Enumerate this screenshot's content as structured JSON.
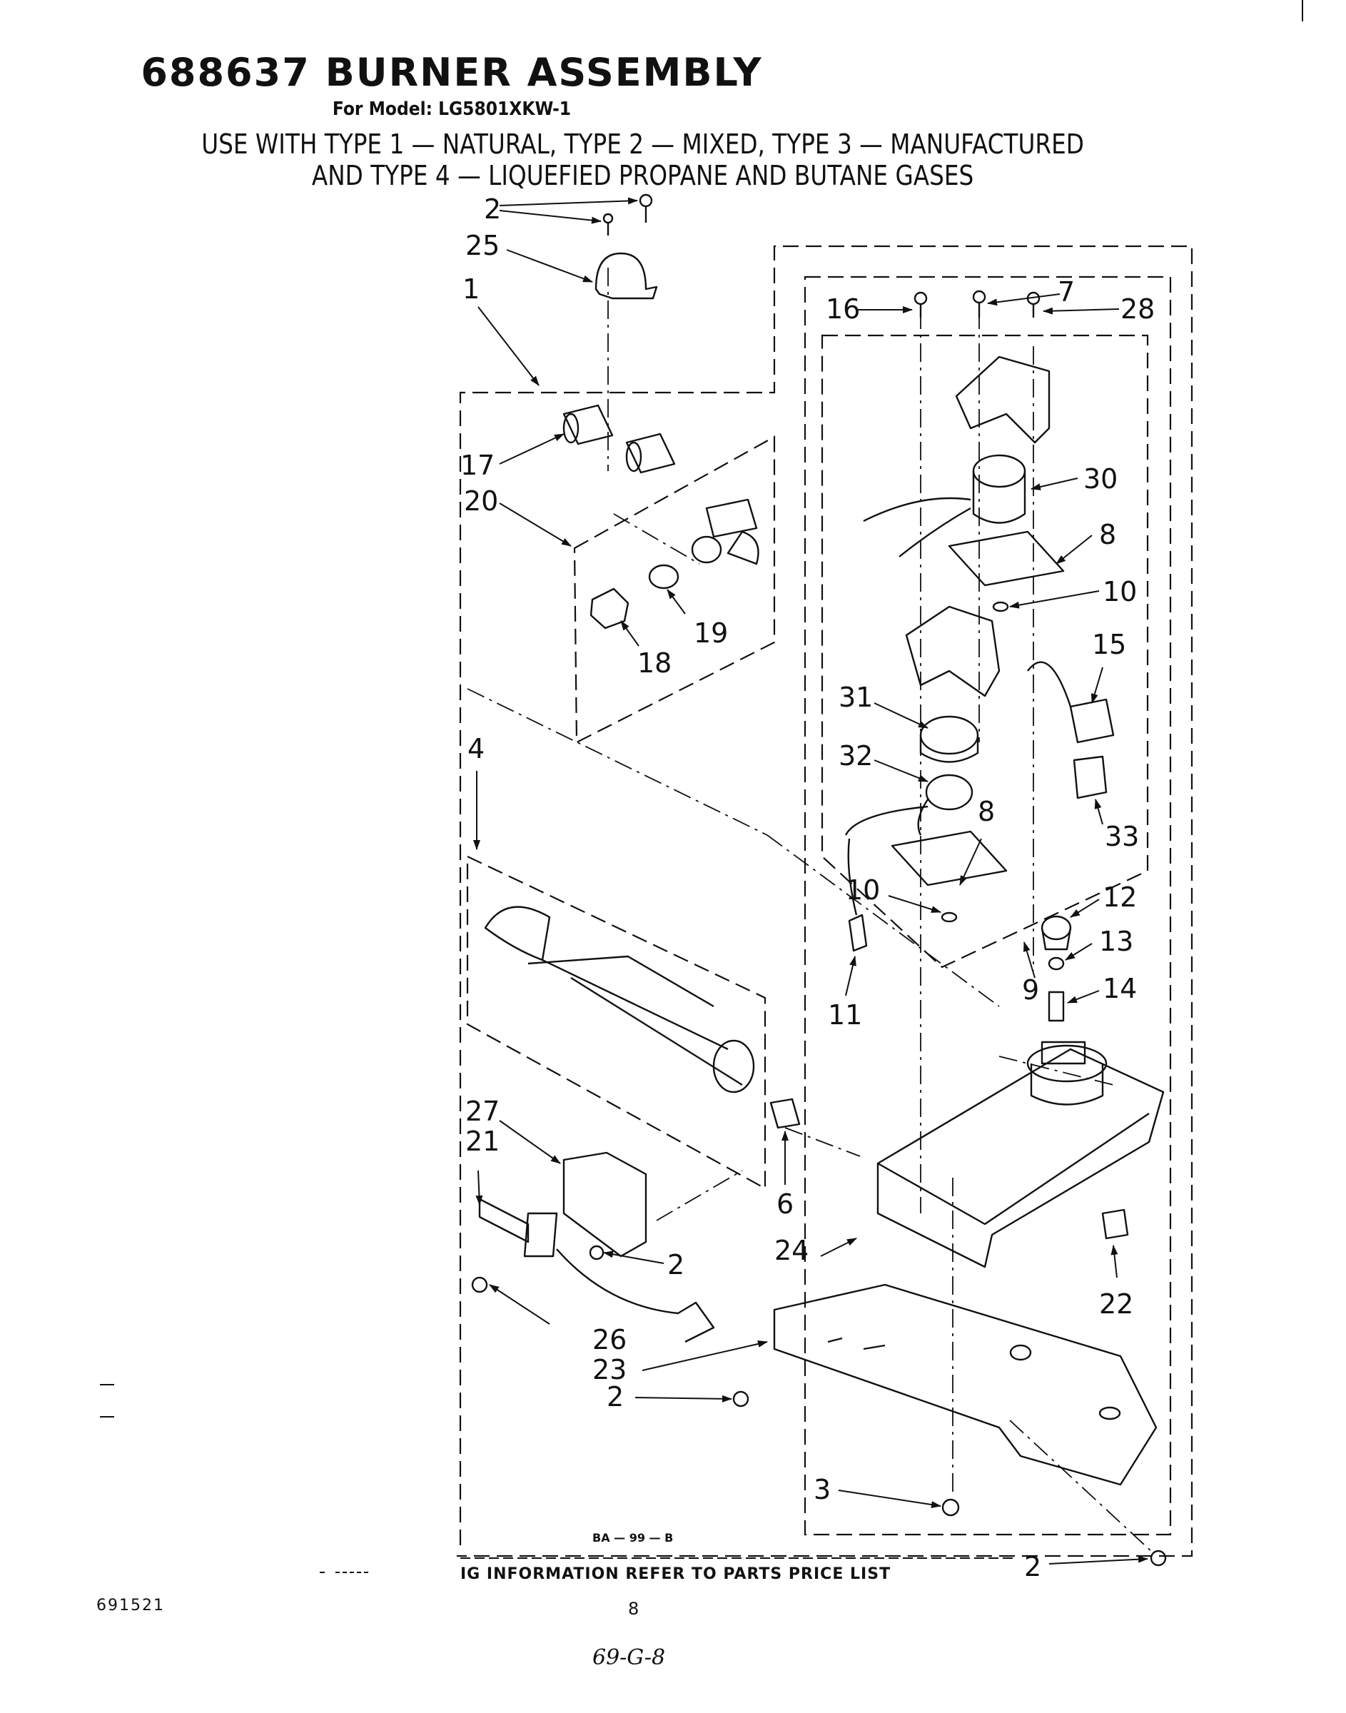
{
  "header": {
    "title": "688637 BURNER ASSEMBLY",
    "model": "For Model: LG5801XKW-1",
    "usage_line1": "USE WITH TYPE 1 — NATURAL, TYPE 2 — MIXED, TYPE 3 — MANUFACTURED",
    "usage_line2": "AND TYPE 4 — LIQUEFIED PROPANE AND BUTANE GASES"
  },
  "callouts": {
    "c1": "1",
    "c2a": "2",
    "c2b": "2",
    "c2c": "2",
    "c2d": "2",
    "c3": "3",
    "c4": "4",
    "c6": "6",
    "c7": "7",
    "c8a": "8",
    "c8b": "8",
    "c9": "9",
    "c10a": "10",
    "c10b": "10",
    "c11": "11",
    "c12": "12",
    "c13": "13",
    "c14": "14",
    "c15": "15",
    "c16": "16",
    "c17": "17",
    "c18": "18",
    "c19": "19",
    "c20": "20",
    "c21": "21",
    "c22": "22",
    "c23": "23",
    "c24": "24",
    "c25": "25",
    "c26": "26",
    "c27": "27",
    "c28": "28",
    "c30": "30",
    "c31": "31",
    "c32": "32",
    "c33": "33"
  },
  "diagram_code": "BA — 99 — B",
  "footer": {
    "info": "IG INFORMATION REFER TO PARTS PRICE LIST",
    "doc_number": "691521",
    "page_number": "8",
    "handwritten": "69-G-8"
  }
}
